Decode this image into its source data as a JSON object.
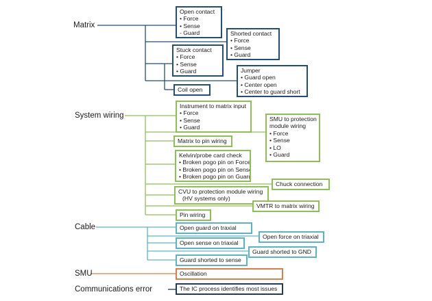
{
  "colors": {
    "matrix": "#1f4e79",
    "system_wiring": "#8cc152",
    "cable": "#5ab4c8",
    "smu": "#e07b45",
    "communications": "#1f3a5a"
  },
  "categories": {
    "matrix": "Matrix",
    "system_wiring": "System wiring",
    "cable": "Cable",
    "smu": "SMU",
    "communications": "Communications error"
  },
  "matrix": {
    "open_contact": {
      "title": "Open contact",
      "items": [
        "Force",
        "Sense"
      ],
      "last_item": "Guard"
    },
    "shorted_contact": {
      "title": "Shorted contact",
      "items": [
        "Force",
        "Sense",
        "Guard"
      ]
    },
    "stuck_contact": {
      "title": "Stuck contact",
      "items": [
        "Force",
        "Sense",
        "Guard"
      ]
    },
    "jumper": {
      "title": "Jumper",
      "items": [
        "Guard open",
        "Center open",
        "Center to guard short"
      ]
    },
    "coil_open": {
      "title": "Coil open"
    }
  },
  "system_wiring": {
    "instrument_to_matrix": {
      "title": "Instrument to matrix input",
      "items": [
        "Force",
        "Sense",
        "Guard"
      ]
    },
    "smu_to_protection": {
      "title_line1": "SMU to protection",
      "title_line2": "module wiring",
      "items": [
        "Force",
        "Sense",
        "LO",
        "Guard"
      ]
    },
    "matrix_to_pin": {
      "title": "Matrix to pin wiring"
    },
    "kelvin_probe": {
      "title": "Kelvin/probe card check",
      "items": [
        "Broken pogo pin on Force",
        "Broken pogo pin on Sense",
        "Broken pogo pin on Guard"
      ]
    },
    "chuck_connection": {
      "title": "Chuck connection"
    },
    "cvu_to_protection": {
      "title": "CVU to protection module wiring",
      "note": "(HV systems only)"
    },
    "vmtr_to_matrix": {
      "title": "VMTR to matrix wiring"
    },
    "pin_wiring": {
      "title": "Pin wiring"
    }
  },
  "cable": {
    "open_guard": {
      "title": "Open guard on traxial"
    },
    "open_force": {
      "title": "Open force on triaxial"
    },
    "open_sense": {
      "title": "Open sense on triaxial"
    },
    "guard_gnd": {
      "title": "Guard shorted to GND"
    },
    "guard_sense": {
      "title": "Guard shorted to sense"
    }
  },
  "smu": {
    "oscillation": {
      "title": "Oscillation"
    }
  },
  "communications": {
    "ic_process": {
      "title": "The IC process identifies most issues"
    }
  }
}
